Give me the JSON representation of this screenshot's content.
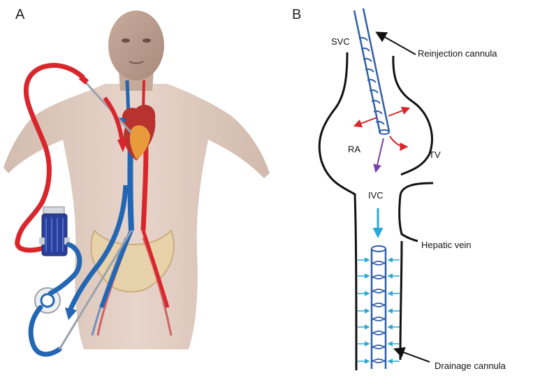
{
  "panels": {
    "a": {
      "letter": "A"
    },
    "b": {
      "letter": "B",
      "labels": {
        "svc": "SVC",
        "reinjection": "Reinjection cannula",
        "ra": "RA",
        "tv": "TV",
        "ivc": "IVC",
        "hepatic": "Hepatic vein",
        "drainage": "Drainage cannula"
      }
    }
  },
  "colors": {
    "oxygenated": "#d9262c",
    "deoxygenated": "#2366b3",
    "cannula": "#3a63a8",
    "flow_cyan": "#29a8d8",
    "flow_purple": "#7a3fa8",
    "skin": "#d9c0b2"
  }
}
